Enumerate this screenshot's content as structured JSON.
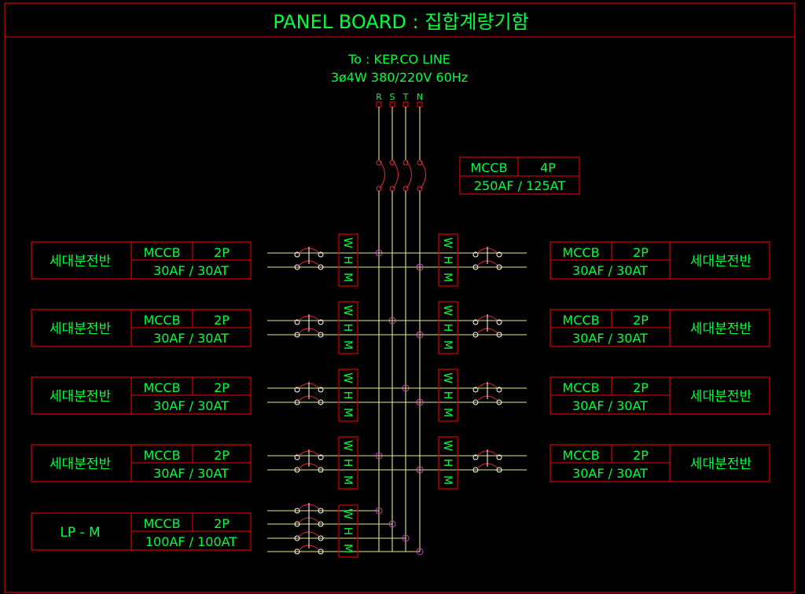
{
  "title": "PANEL BOARD : 집합계량기함",
  "source": {
    "line1": "To : KEP.CO LINE",
    "line2": "3ø4W 380/220V 60Hz",
    "phases": [
      "R",
      "S",
      "T",
      "N"
    ]
  },
  "main_breaker": {
    "type": "MCCB",
    "poles": "4P",
    "rating": "250AF / 125AT"
  },
  "meter_label": [
    "W",
    "H",
    "M"
  ],
  "left_feeders": [
    {
      "name": "세대분전반",
      "type": "MCCB",
      "poles": "2P",
      "rating": "30AF / 30AT"
    },
    {
      "name": "세대분전반",
      "type": "MCCB",
      "poles": "2P",
      "rating": "30AF / 30AT"
    },
    {
      "name": "세대분전반",
      "type": "MCCB",
      "poles": "2P",
      "rating": "30AF / 30AT"
    },
    {
      "name": "세대분전반",
      "type": "MCCB",
      "poles": "2P",
      "rating": "30AF / 30AT"
    },
    {
      "name": "LP - M",
      "type": "MCCB",
      "poles": "2P",
      "rating": "100AF / 100AT"
    }
  ],
  "right_feeders": [
    {
      "name": "세대분전반",
      "type": "MCCB",
      "poles": "2P",
      "rating": "30AF / 30AT"
    },
    {
      "name": "세대분전반",
      "type": "MCCB",
      "poles": "2P",
      "rating": "30AF / 30AT"
    },
    {
      "name": "세대분전반",
      "type": "MCCB",
      "poles": "2P",
      "rating": "30AF / 30AT"
    },
    {
      "name": "세대분전반",
      "type": "MCCB",
      "poles": "2P",
      "rating": "30AF / 30AT"
    }
  ],
  "colors": {
    "text": "#00ff3c",
    "frame": "#c80000",
    "wire": "#e6e68a",
    "junction": "#c040c0"
  }
}
